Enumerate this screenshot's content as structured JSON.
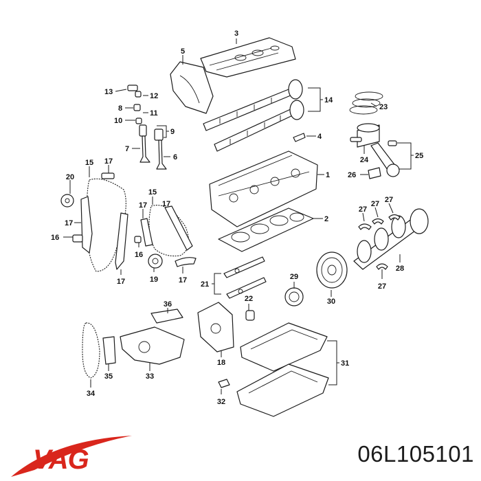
{
  "diagram": {
    "callouts": [
      "1",
      "2",
      "3",
      "4",
      "5",
      "6",
      "7",
      "8",
      "9",
      "10",
      "11",
      "12",
      "13",
      "14",
      "15",
      "16",
      "17",
      "18",
      "19",
      "20",
      "21",
      "22",
      "23",
      "24",
      "25",
      "26",
      "27",
      "28",
      "29",
      "30",
      "31",
      "32",
      "33",
      "34",
      "35",
      "36"
    ]
  },
  "brand": {
    "logo_text": "VAG",
    "color": "#d9261c"
  },
  "part_number": "06L105101"
}
